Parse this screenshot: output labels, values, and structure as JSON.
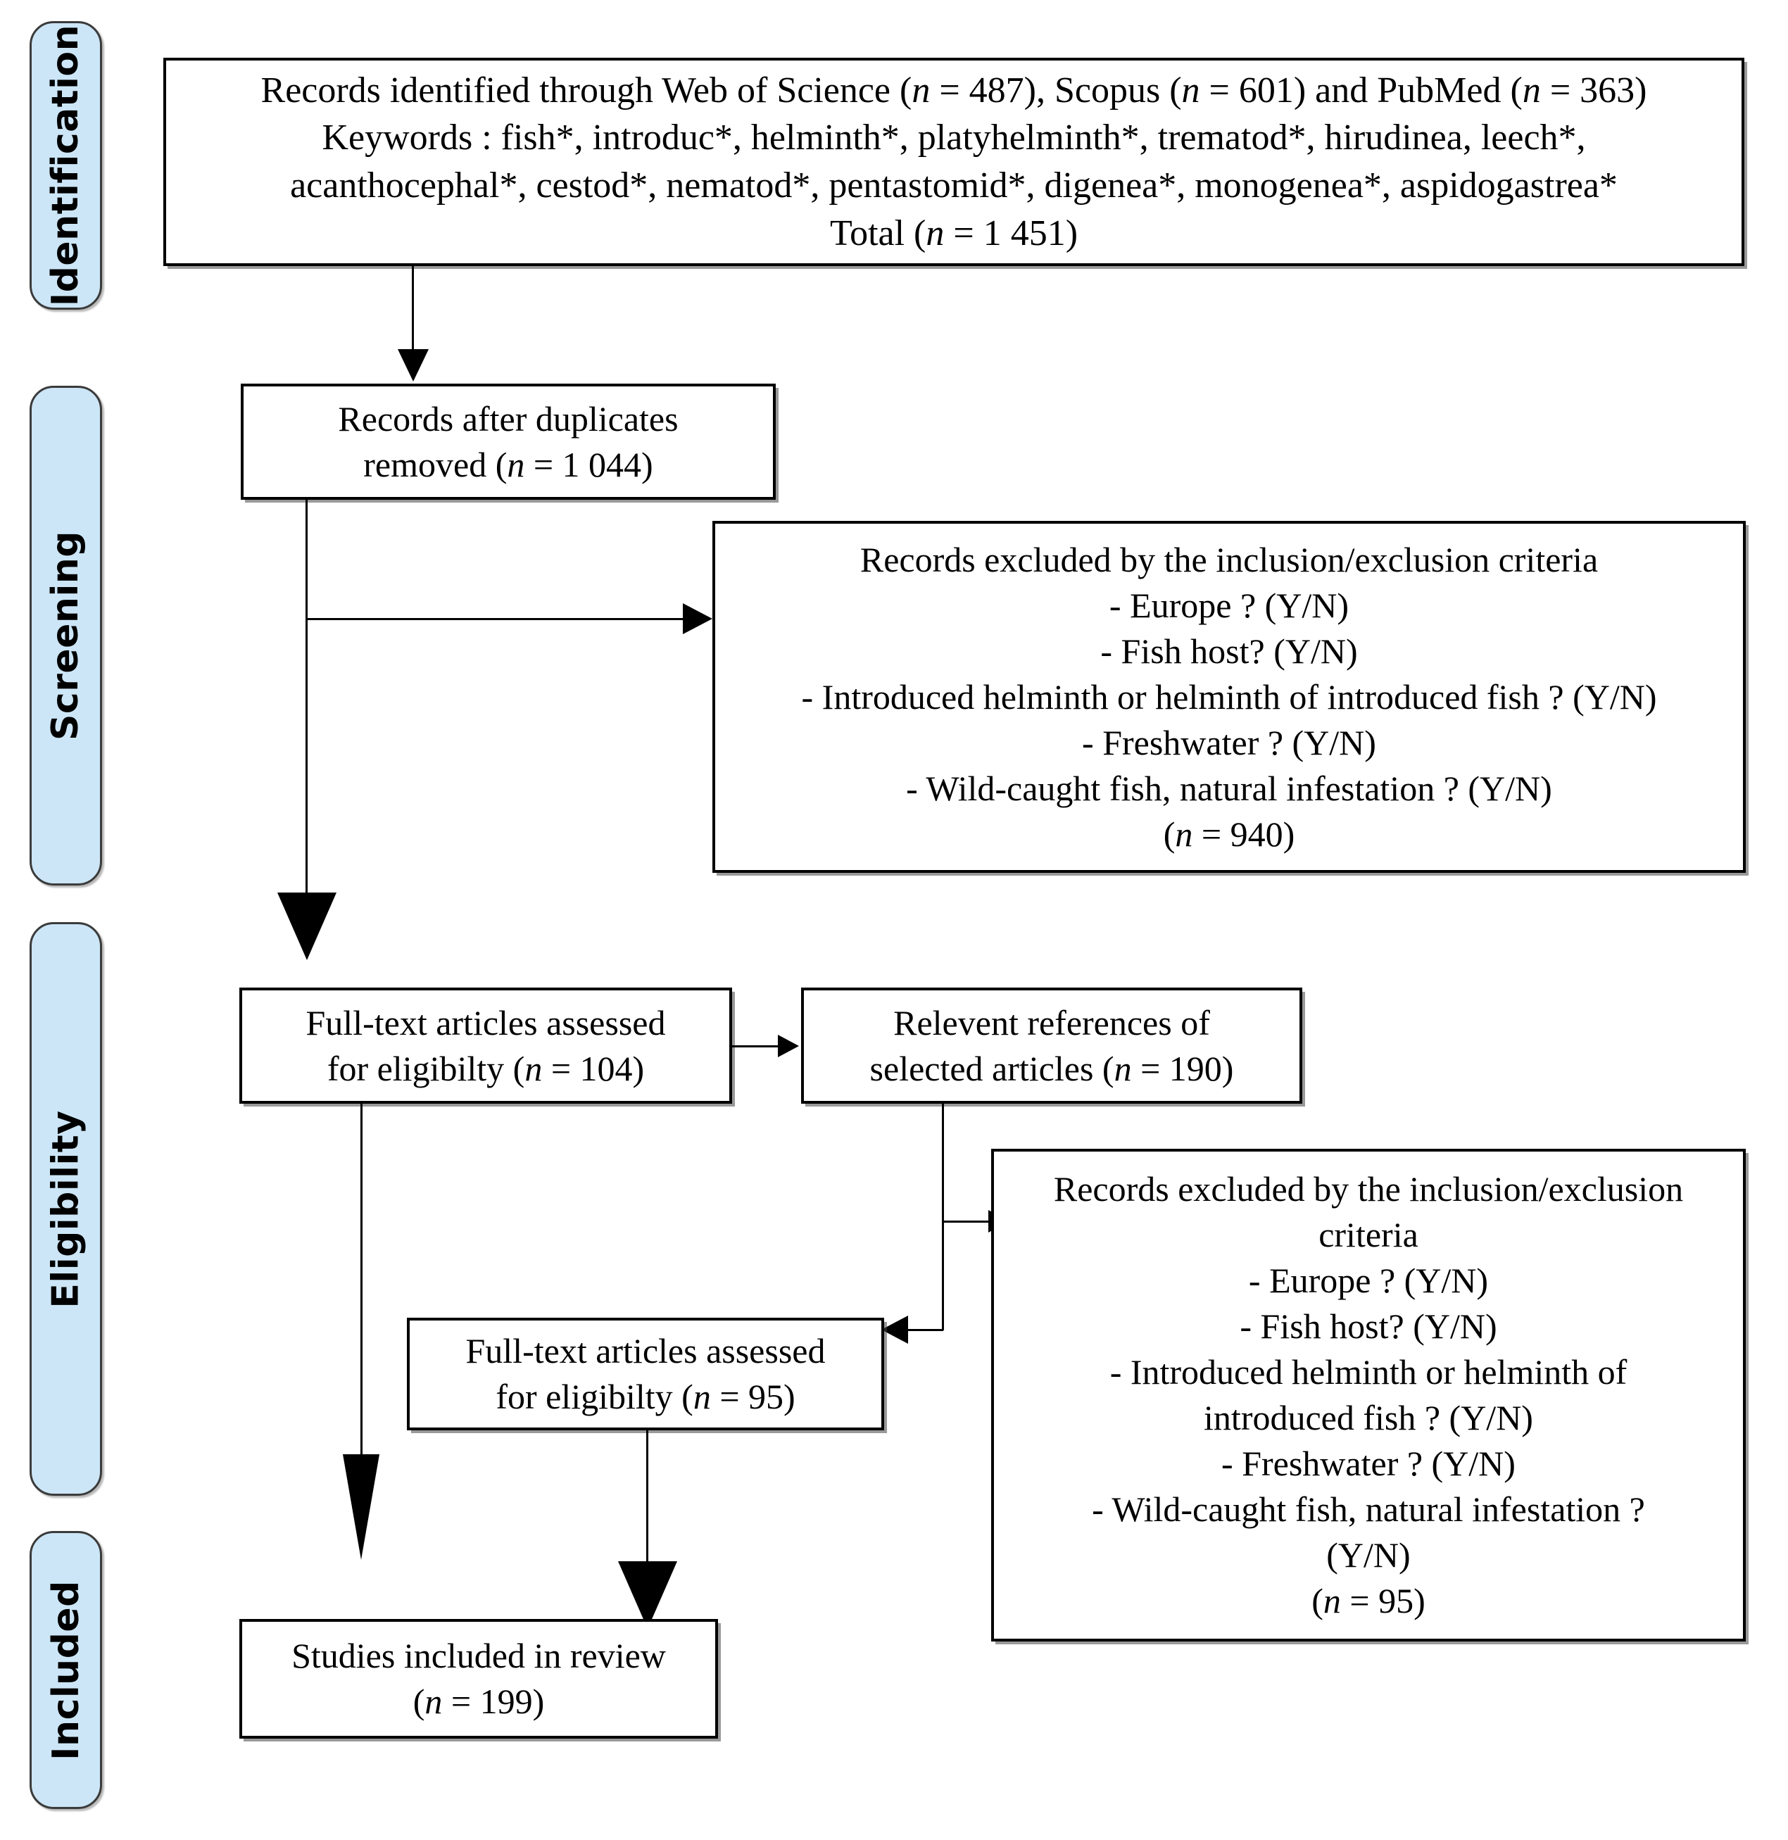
{
  "diagram": {
    "title": "PRISMA flow diagram",
    "accent_color": "#cce6f7",
    "border_color": "#000000"
  },
  "stages": [
    {
      "id": "identification",
      "label": "Identification"
    },
    {
      "id": "screening",
      "label": "Screening"
    },
    {
      "id": "eligibility",
      "label": "Eligibility"
    },
    {
      "id": "included",
      "label": "Included"
    }
  ],
  "boxes": {
    "identification": {
      "line1_a": "Records identified through Web of Science (",
      "line1_n1": "n",
      "line1_b": " = 487), Scopus (",
      "line1_n2": "n",
      "line1_c": " = 601) and PubMed (",
      "line1_n3": "n",
      "line1_d": " = 363)",
      "line2": "Keywords : fish*, introduc*, helminth*, platyhelminth*, trematod*, hirudinea, leech*,",
      "line3": "acanthocephal*, cestod*, nematod*, pentastomid*, digenea*, monogenea*, aspidogastrea*",
      "line4_a": "Total (",
      "line4_n": "n",
      "line4_b": " = 1 451)"
    },
    "duplicates_removed": {
      "line1": "Records after duplicates",
      "line2_a": "removed (",
      "line2_n": "n",
      "line2_b": " = 1 044)"
    },
    "excluded_screening": {
      "line1": "Records excluded by the inclusion/exclusion criteria",
      "line2": "- Europe ? (Y/N)",
      "line3": "- Fish host? (Y/N)",
      "line4": "-   Introduced helminth or helminth of introduced fish ? (Y/N)",
      "line5": "-   Freshwater ? (Y/N)",
      "line6": "-   Wild-caught fish, natural infestation ? (Y/N)",
      "line7_a": "(",
      "line7_n": "n",
      "line7_b": " = 940)"
    },
    "fulltext_104": {
      "line1": "Full-text articles assessed",
      "line2_a": "for eligibilty (",
      "line2_n": "n",
      "line2_b": " = 104)"
    },
    "relevant_references": {
      "line1": "Relevent references of",
      "line2_a": "selected articles (",
      "line2_n": "n",
      "line2_b": " = 190)"
    },
    "excluded_eligibility": {
      "line1": "Records excluded by the inclusion/exclusion",
      "line2": "criteria",
      "line3": "- Europe ? (Y/N)",
      "line4": "- Fish host? (Y/N)",
      "line5": "-   Introduced helminth or helminth of",
      "line6": "introduced fish ? (Y/N)",
      "line7": "-   Freshwater ? (Y/N)",
      "line8": "-   Wild-caught fish, natural infestation ?",
      "line9": "(Y/N)",
      "line10_a": "(",
      "line10_n": "n",
      "line10_b": " = 95)"
    },
    "fulltext_95": {
      "line1": "Full-text articles assessed",
      "line2_a": "for eligibilty (",
      "line2_n": "n",
      "line2_b": " = 95)"
    },
    "studies_included": {
      "line1": "Studies included in review",
      "line2_a": "(",
      "line2_n": "n",
      "line2_b": " = 199)"
    }
  }
}
